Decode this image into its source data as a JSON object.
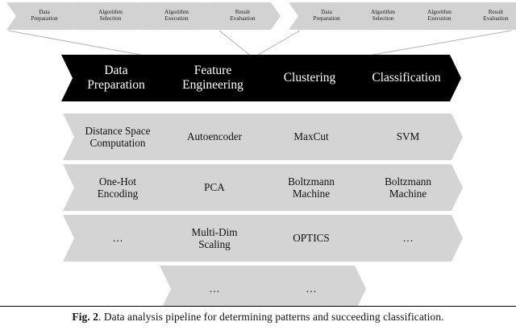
{
  "figure": {
    "caption_label": "Fig. 2",
    "caption_text": ". Data analysis pipeline for determining patterns and succeeding classification.",
    "colors": {
      "stage_fill": "#000000",
      "stage_text": "#ffffff",
      "method_fill": "#d4d4d4",
      "method_text": "#111111",
      "mini_fill": "#d2d2d2",
      "connector_line": "#b3b3b3",
      "background": "#ffffff",
      "rule": "#000000"
    }
  },
  "mini_pipelines": [
    {
      "id": "left",
      "steps": [
        {
          "line1": "Data",
          "line2": "Preparation"
        },
        {
          "line1": "Algorithm",
          "line2": "Selection"
        },
        {
          "line1": "Algorithm",
          "line2": "Execution"
        },
        {
          "line1": "Result",
          "line2": "Evaluation"
        }
      ]
    },
    {
      "id": "right",
      "steps": [
        {
          "line1": "Data",
          "line2": "Preparation"
        },
        {
          "line1": "Algorithm",
          "line2": "Selection"
        },
        {
          "line1": "Algorithm",
          "line2": "Execution"
        },
        {
          "line1": "Result",
          "line2": "Evaluation"
        }
      ]
    }
  ],
  "stages": [
    {
      "line1": "Data",
      "line2": "Preparation"
    },
    {
      "line1": "Feature",
      "line2": "Engineering"
    },
    {
      "line1": "Clustering",
      "line2": ""
    },
    {
      "line1": "Classification",
      "line2": ""
    }
  ],
  "methods": [
    [
      {
        "line1": "Distance Space",
        "line2": "Computation"
      },
      {
        "line1": "Autoencoder",
        "line2": ""
      },
      {
        "line1": "MaxCut",
        "line2": ""
      },
      {
        "line1": "SVM",
        "line2": ""
      }
    ],
    [
      {
        "line1": "One-Hot",
        "line2": "Encoding"
      },
      {
        "line1": "PCA",
        "line2": ""
      },
      {
        "line1": "Boltzmann",
        "line2": "Machine"
      },
      {
        "line1": "Boltzmann",
        "line2": "Machine"
      }
    ],
    [
      {
        "line1": "…",
        "line2": ""
      },
      {
        "line1": "Multi-Dim",
        "line2": "Scaling"
      },
      {
        "line1": "OPTICS",
        "line2": ""
      },
      {
        "line1": "…",
        "line2": ""
      }
    ],
    [
      {
        "line1": "",
        "line2": ""
      },
      {
        "line1": "…",
        "line2": ""
      },
      {
        "line1": "…",
        "line2": ""
      },
      {
        "line1": "",
        "line2": ""
      }
    ]
  ]
}
